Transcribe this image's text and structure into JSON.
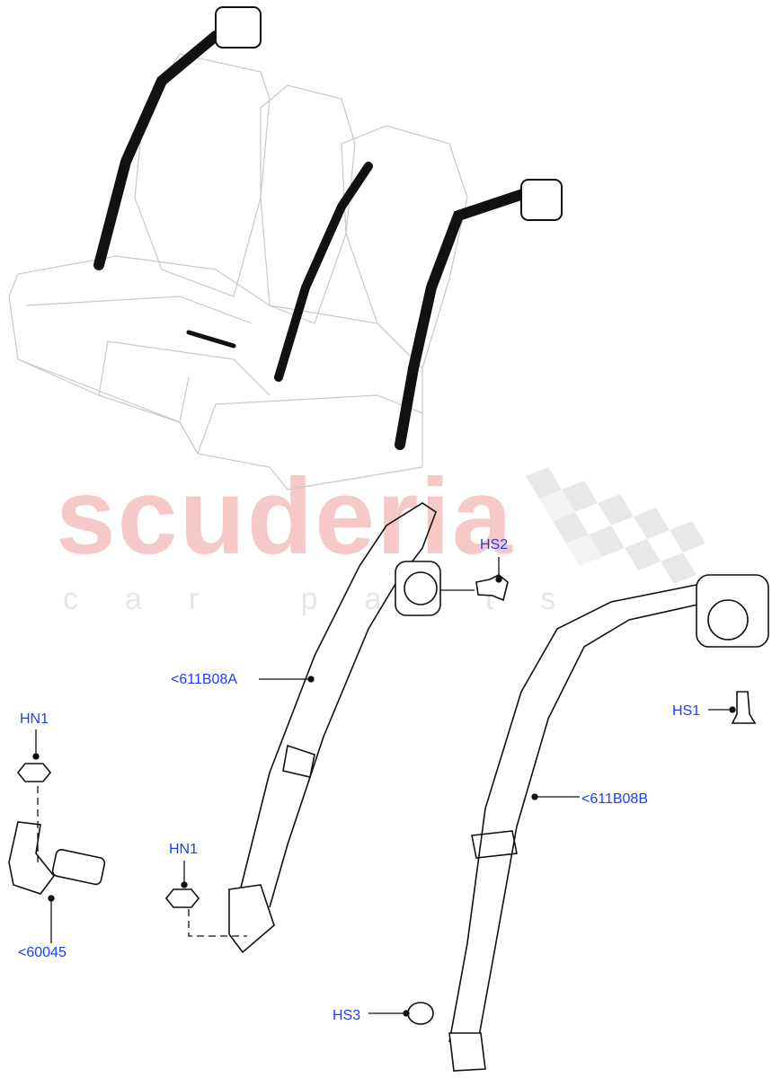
{
  "diagram": {
    "type": "parts-exploded-view",
    "subject": "Rear seat belts",
    "watermark": {
      "title": "scuderia",
      "subtitle": "car parts",
      "title_color": "#f7c8c8",
      "subtitle_color": "#e6e6e6"
    },
    "label_color": "#1a3cff",
    "callouts": [
      {
        "id": "hs2",
        "text": "HS2"
      },
      {
        "id": "b08a",
        "text": "<611B08A"
      },
      {
        "id": "hs1",
        "text": "HS1"
      },
      {
        "id": "b08b",
        "text": "<611B08B"
      },
      {
        "id": "hn1_left",
        "text": "HN1"
      },
      {
        "id": "p60045",
        "text": "<60045"
      },
      {
        "id": "hn1_mid",
        "text": "HN1"
      },
      {
        "id": "hs3",
        "text": "HS3"
      }
    ]
  }
}
